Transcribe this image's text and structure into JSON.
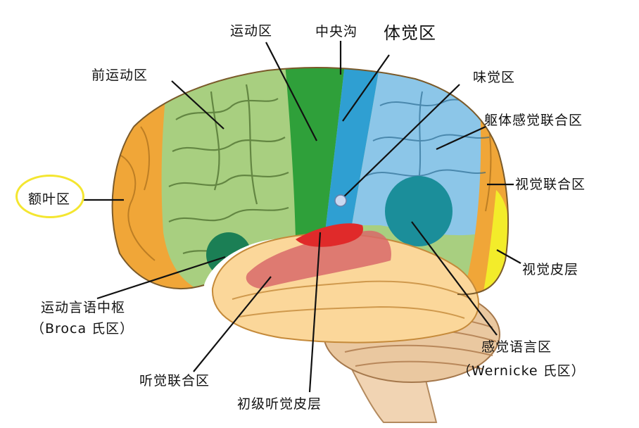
{
  "labels": {
    "motor_area": "运动区",
    "central_sulcus": "中央沟",
    "somatosensory": "体觉区",
    "premotor": "前运动区",
    "gustatory": "味觉区",
    "somatic_association": "躯体感觉联合区",
    "frontal_lobe": "额叶区",
    "visual_association": "视觉联合区",
    "visual_cortex": "视觉皮层",
    "broca_line1": "运动言语中枢",
    "broca_line2": "（Broca 氏区）",
    "auditory_association": "听觉联合区",
    "primary_auditory": "初级听觉皮层",
    "wernicke_line1": "感觉语言区",
    "wernicke_line2": "（Wernicke 氏区）"
  },
  "colors": {
    "frontal_orange": "#f0a638",
    "premotor_green": "#a8cf80",
    "motor_green": "#2fa03a",
    "sensory_blue": "#2f9fd2",
    "association_blue": "#8cc6e8",
    "temporal_cream": "#fbd79a",
    "auditory_pink": "#d86a6a",
    "primary_auditory_red": "#e02a2a",
    "teal": "#1b8e9a",
    "visual_yellow": "#f3ec2a",
    "cerebellum": "#eac8a0",
    "highlight_ring": "#f4e630"
  }
}
